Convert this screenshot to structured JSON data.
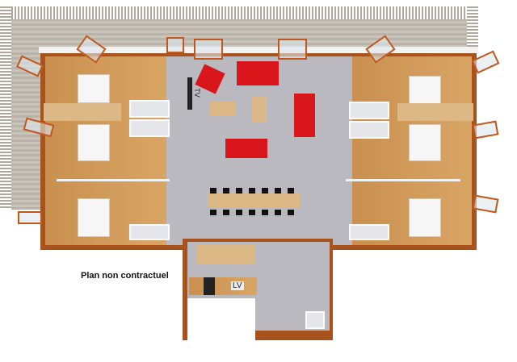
{
  "plan": {
    "disclaimer": "Plan non contractuel",
    "tv_label": "TV",
    "dishwasher_label": "LV"
  },
  "rooms": [
    {
      "name": "living-room",
      "sofas": 4,
      "armchairs": 1,
      "coffee_tables": 2
    },
    {
      "name": "dining-area",
      "chairs": 14
    },
    {
      "name": "kitchen"
    },
    {
      "name": "bedroom-left-top"
    },
    {
      "name": "bedroom-left-middle"
    },
    {
      "name": "bedroom-left-bottom"
    },
    {
      "name": "bedroom-right-top"
    },
    {
      "name": "bedroom-right-middle"
    },
    {
      "name": "bedroom-right-bottom"
    },
    {
      "name": "bathroom-entry"
    }
  ],
  "colors": {
    "sofa": "#d9161c",
    "floor_wood": "#c9904f",
    "floor_tile": "#b9b9bf",
    "wall_frame": "#a8521c"
  }
}
